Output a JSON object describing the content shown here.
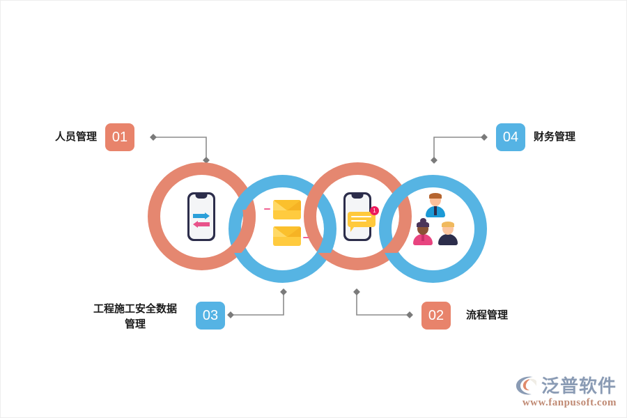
{
  "diagram": {
    "title": "",
    "colors": {
      "coral": "#E58770",
      "blue": "#56B4E3",
      "badge_coral": "#E8836B",
      "badge_blue": "#55B3E4",
      "connector": "#8C8C8C",
      "background": "#FFFFFF"
    },
    "items": [
      {
        "number": "01",
        "label": "人员管理",
        "badge_color": "coral",
        "ring_color": "coral",
        "icon": "phone-exchange-arrows-icon",
        "position": "top-left"
      },
      {
        "number": "02",
        "label": "流程管理",
        "badge_color": "coral",
        "ring_color": "coral",
        "icon": "phone-chat-notification-icon",
        "position": "bottom-right"
      },
      {
        "number": "03",
        "label": "工程施工安全数据\n管理",
        "badge_color": "blue",
        "ring_color": "blue",
        "icon": "envelopes-icon",
        "position": "bottom-left"
      },
      {
        "number": "04",
        "label": "财务管理",
        "badge_color": "blue",
        "ring_color": "blue",
        "icon": "org-chart-people-icon",
        "position": "top-right"
      }
    ]
  },
  "watermark": {
    "brand": "泛普软件",
    "url": "www.fanpusoft.com",
    "logo_icon": "fanpu-c-logo-icon"
  }
}
